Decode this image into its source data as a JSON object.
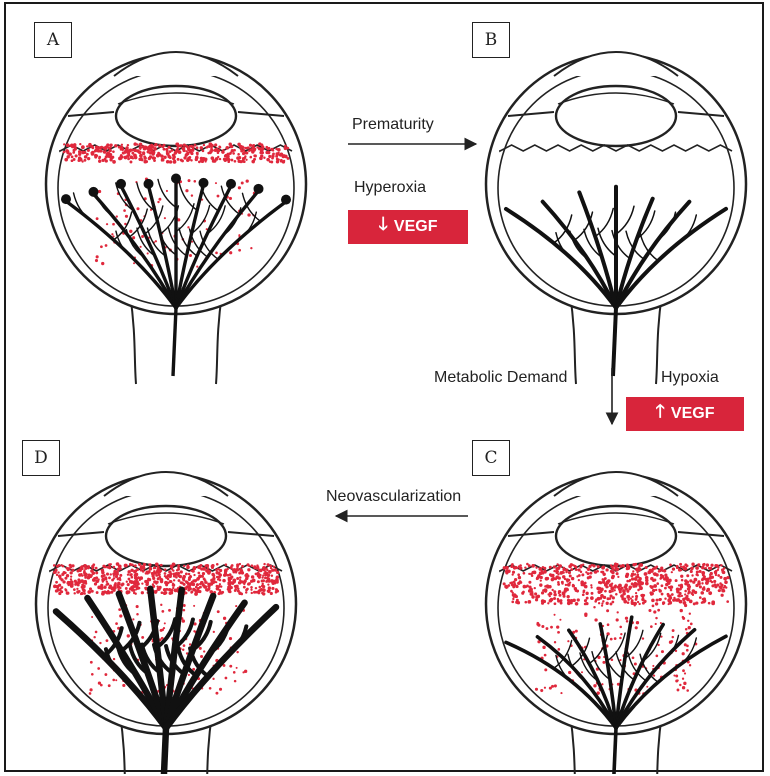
{
  "panels": {
    "a": {
      "label": "A"
    },
    "b": {
      "label": "B"
    },
    "c": {
      "label": "C"
    },
    "d": {
      "label": "D"
    }
  },
  "transitions": {
    "a_to_b": {
      "label": "Prematurity"
    },
    "b_to_c": {
      "label": "Metabolic Demand"
    },
    "c_to_d": {
      "label": "Neovascularization"
    }
  },
  "conditions": {
    "hyperoxia": {
      "label": "Hyperoxia",
      "arrow": "🡓",
      "vegf": "VEGF"
    },
    "hypoxia": {
      "label": "Hypoxia",
      "arrow": "🡑",
      "vegf": "VEGF"
    }
  },
  "colors": {
    "vessel": "#111111",
    "dots": "#e0283c",
    "badge": "#d8253b",
    "outline": "#222222"
  }
}
